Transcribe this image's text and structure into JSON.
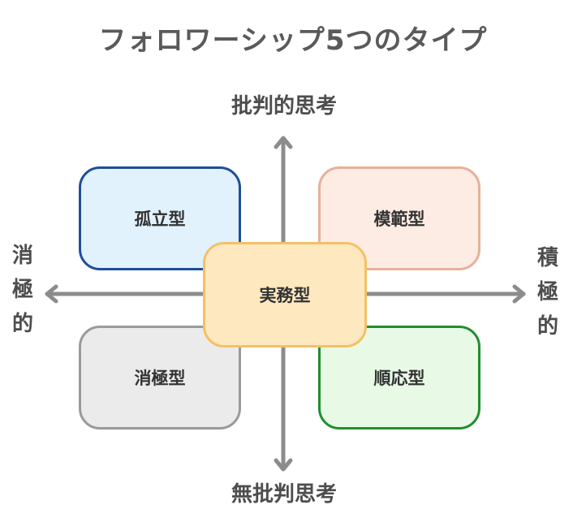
{
  "title": "フォロワーシップ5つのタイプ",
  "axes": {
    "top": "批判的思考",
    "bottom": "無批判思考",
    "left": [
      "消",
      "極",
      "的"
    ],
    "right": [
      "積",
      "極",
      "的"
    ]
  },
  "types": {
    "isolated": "孤立型",
    "model": "模範型",
    "passive": "消極型",
    "conformist": "順応型",
    "pragmatist": "実務型"
  },
  "colors": {
    "title": "#5a5a5a",
    "axis": "#8c8c8c",
    "isolated_fill": "#e1f2fd",
    "isolated_border": "#1f4e9a",
    "model_fill": "#fdece4",
    "model_border": "#e6b199",
    "passive_fill": "#ebebeb",
    "passive_border": "#9a9a9a",
    "conformist_fill": "#e8f9e6",
    "conformist_border": "#1f8f2f",
    "pragmatist_fill": "#fde8c0",
    "pragmatist_border": "#f4c066"
  }
}
